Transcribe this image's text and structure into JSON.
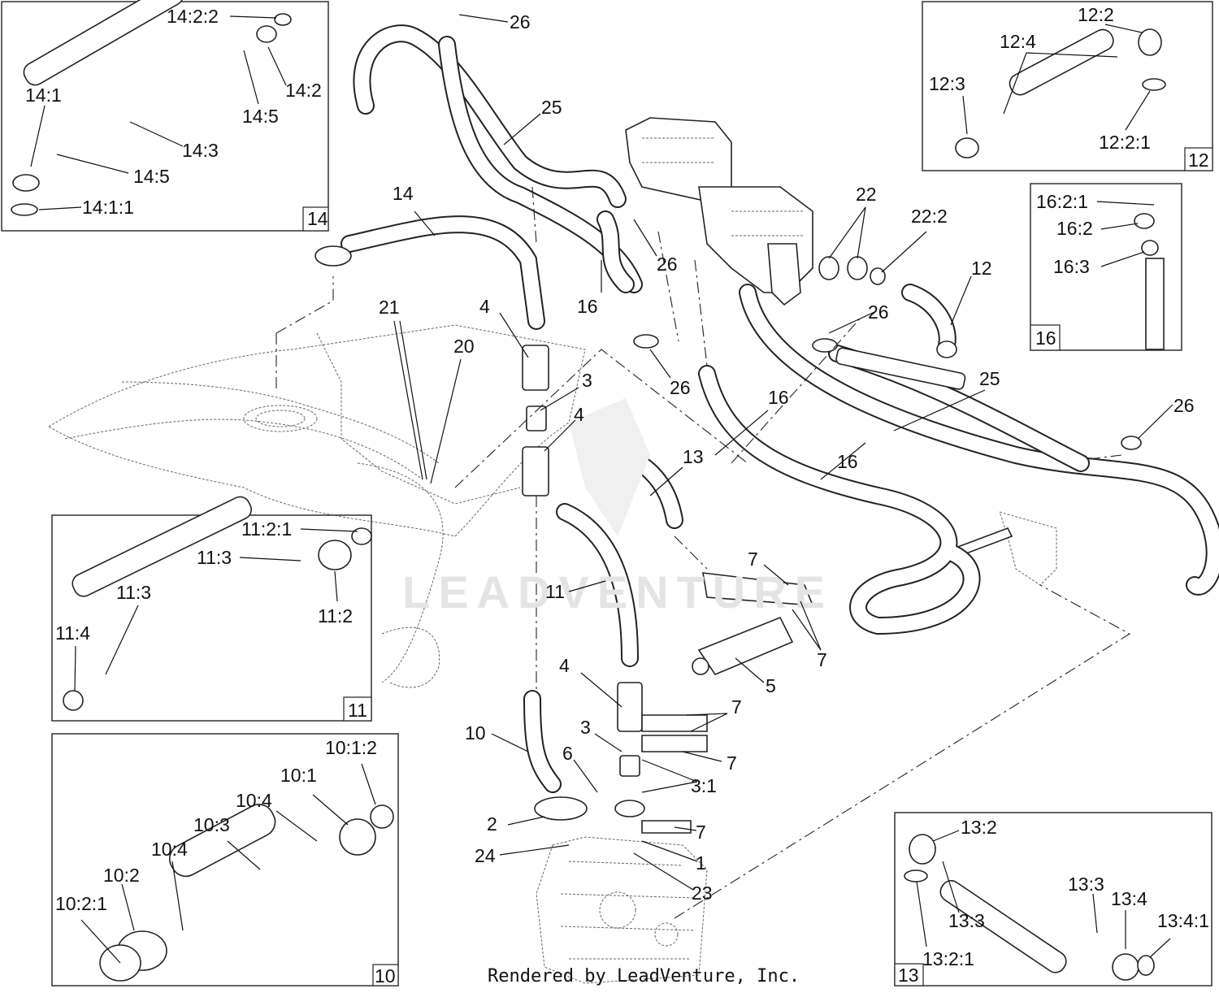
{
  "footer": "Rendered by LeadVenture, Inc.",
  "watermark": "LEADVENTURE",
  "insets": [
    {
      "id": "14",
      "labels": [
        "14:2:2",
        "14:2",
        "14:5",
        "14:1",
        "14:3",
        "14:5",
        "14:1:1"
      ]
    },
    {
      "id": "12",
      "labels": [
        "12:2",
        "12:4",
        "12:3",
        "12:2:1"
      ]
    },
    {
      "id": "16",
      "labels": [
        "16:2:1",
        "16:2",
        "16:3"
      ]
    },
    {
      "id": "11",
      "labels": [
        "11:2:1",
        "11:3",
        "11:3",
        "11:2",
        "11:4"
      ]
    },
    {
      "id": "10",
      "labels": [
        "10:1:2",
        "10:1",
        "10:4",
        "10:3",
        "10:4",
        "10:2",
        "10:2:1"
      ]
    },
    {
      "id": "13",
      "labels": [
        "13:2",
        "13:3",
        "13:3",
        "13:4",
        "13:4:1",
        "13:2:1"
      ]
    }
  ],
  "main_labels": [
    "26",
    "25",
    "14",
    "22",
    "22:2",
    "26",
    "16",
    "12",
    "21",
    "4",
    "20",
    "26",
    "3",
    "26",
    "4",
    "16",
    "25",
    "26",
    "13",
    "16",
    "11",
    "7",
    "7",
    "5",
    "4",
    "7",
    "3",
    "7",
    "10",
    "6",
    "3:1",
    "2",
    "7",
    "24",
    "1",
    "23"
  ]
}
